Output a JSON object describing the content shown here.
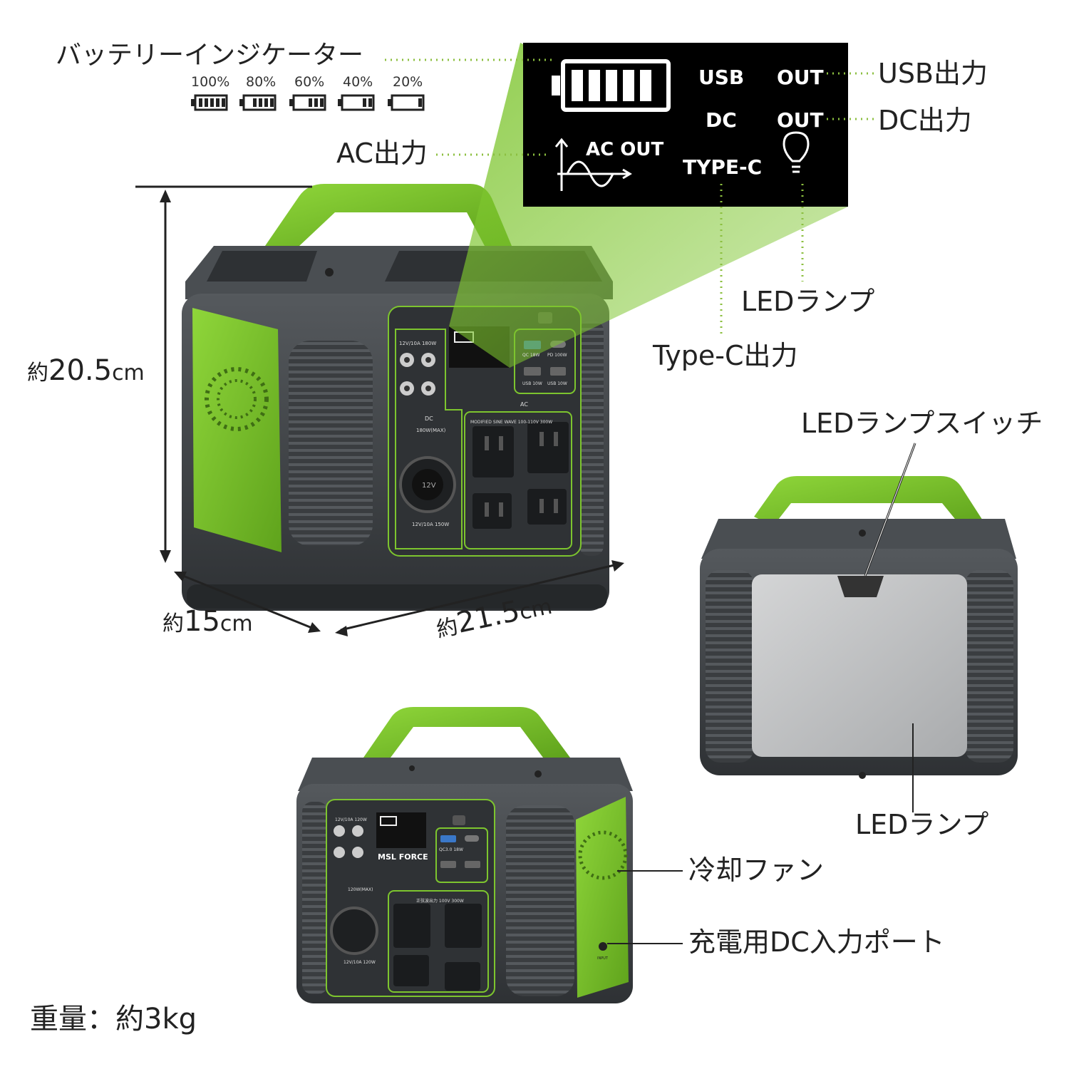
{
  "battery_indicator": {
    "title": "バッテリーインジケーター",
    "levels": [
      "100%",
      "80%",
      "60%",
      "40%",
      "20%"
    ]
  },
  "display_panel": {
    "usb": "USB",
    "dc": "DC",
    "out1": "OUT",
    "out2": "OUT",
    "ac_out": "AC OUT",
    "type_c": "TYPE-C"
  },
  "callouts": {
    "usb_output": "USB出力",
    "dc_output": "DC出力",
    "ac_output": "AC出力",
    "led_lamp_top": "LEDランプ",
    "type_c_output": "Type-C出力",
    "led_lamp_switch": "LEDランプスイッチ",
    "led_lamp_back": "LEDランプ",
    "cooling_fan": "冷却ファン",
    "dc_input_port": "充電用DC入力ポート"
  },
  "dimensions": {
    "height": {
      "prefix": "約",
      "value": "20.5",
      "unit": "cm"
    },
    "depth": {
      "prefix": "約",
      "value": "15",
      "unit": "cm"
    },
    "width": {
      "prefix": "約",
      "value": "21.5",
      "unit": "cm"
    }
  },
  "weight": "重量：約3kg",
  "device_labels": {
    "label_12v_180": "12V/10A 180W",
    "label_dc_max_180": "180W(MAX)",
    "label_12v_150": "12V/10A 150W",
    "label_ac_sine": "MODIFIED SINE WAVE 100-110V 300W",
    "label_qc18": "QC 18W",
    "label_pd100": "PD 100W",
    "label_usb10a": "USB 10W",
    "label_usb10b": "USB 10W",
    "label_12v_120": "12V/10A 120W",
    "label_dc_max_120": "120W(MAX)",
    "label_12v_120b": "12V/10A 120W",
    "label_ac_pure": "正弦波出力 100V 300W",
    "label_qc30": "QC3.0 18W",
    "brand": "MSL FORCE",
    "dc_tag": "DC",
    "ac_tag": "AC",
    "plug_12v": "12V",
    "input": "INPUT"
  },
  "colors": {
    "accent_green": "#7dc52e",
    "body_dark": "#3a3d40",
    "panel_black": "#000000",
    "dotted_guide": "#8cbf40"
  }
}
